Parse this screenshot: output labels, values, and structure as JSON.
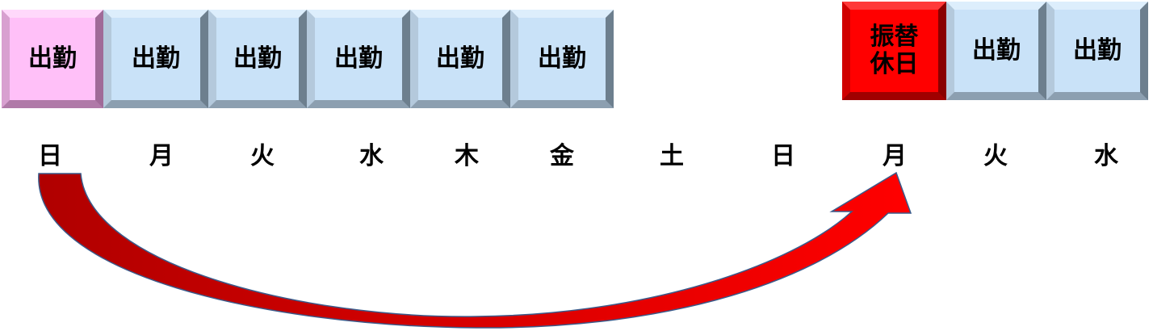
{
  "schedule_left": [
    {
      "label": "出勤",
      "color": "#ffc0f8"
    },
    {
      "label": "出勤",
      "color": "#c9e2f8"
    },
    {
      "label": "出勤",
      "color": "#c9e2f8"
    },
    {
      "label": "出勤",
      "color": "#c9e2f8"
    },
    {
      "label": "出勤",
      "color": "#c9e2f8"
    },
    {
      "label": "出勤",
      "color": "#c9e2f8"
    }
  ],
  "schedule_right": [
    {
      "label": "振替\n休日",
      "color": "#ff0000"
    },
    {
      "label": "出勤",
      "color": "#c9e2f8"
    },
    {
      "label": "出勤",
      "color": "#c9e2f8"
    }
  ],
  "days": [
    "日",
    "月",
    "火",
    "水",
    "木",
    "金",
    "土",
    "日",
    "月",
    "火",
    "水"
  ],
  "arrow": {
    "from_day": "日",
    "to_day": "月",
    "color": "#ff0000"
  }
}
